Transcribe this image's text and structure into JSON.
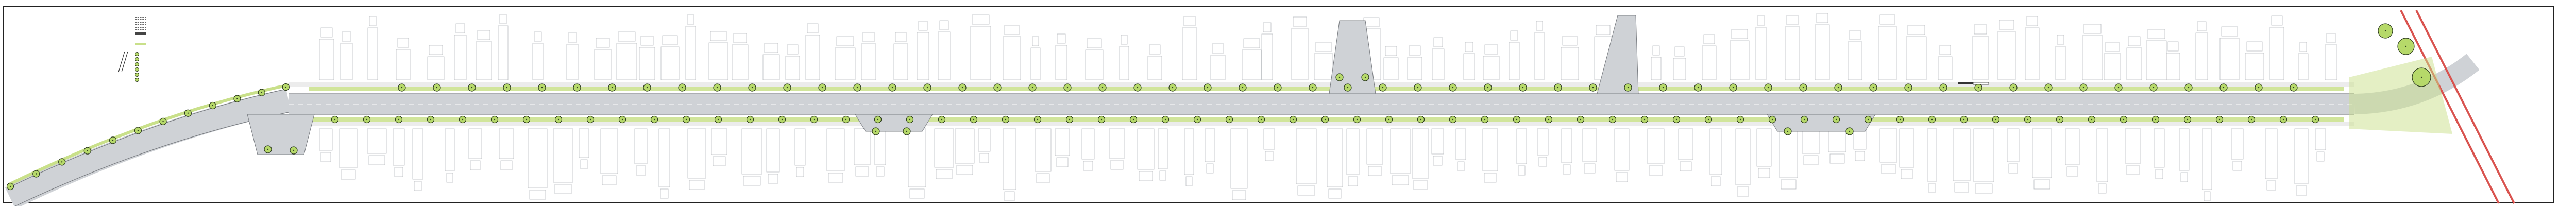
{
  "legend": {
    "items": [
      {
        "label": "",
        "swatch": "dash-outline"
      },
      {
        "label": "",
        "swatch": "dash-outline"
      },
      {
        "label": "",
        "swatch": "dash-outline"
      },
      {
        "label": "",
        "swatch": "solid-dark"
      },
      {
        "label": "",
        "swatch": "dash-outline"
      },
      {
        "label": "",
        "swatch": "green-fill"
      },
      {
        "label": "",
        "swatch": "dot-outline"
      },
      {
        "label": "",
        "swatch": "tree-icon"
      },
      {
        "label": "",
        "swatch": "tree-icon"
      },
      {
        "label": "",
        "swatch": "tree-icon"
      },
      {
        "label": "",
        "swatch": "tree-icon"
      },
      {
        "label": "",
        "swatch": "tree-icon"
      },
      {
        "label": "",
        "swatch": "tree-icon"
      }
    ]
  },
  "annotations": [],
  "colors": {
    "frame": "#222222",
    "road": "#cfd2d6",
    "road_edge": "#7a7d82",
    "verge": "#c9e08a",
    "tree_fill": "#b6d96a",
    "tree_stroke": "#2d3b1f",
    "building": "#b9bcc0",
    "rail": "#d9534f",
    "paving": "#e6e6e6"
  },
  "icons": [
    "tree-icon",
    "north-arrow-icon",
    "scale-bar-icon"
  ]
}
